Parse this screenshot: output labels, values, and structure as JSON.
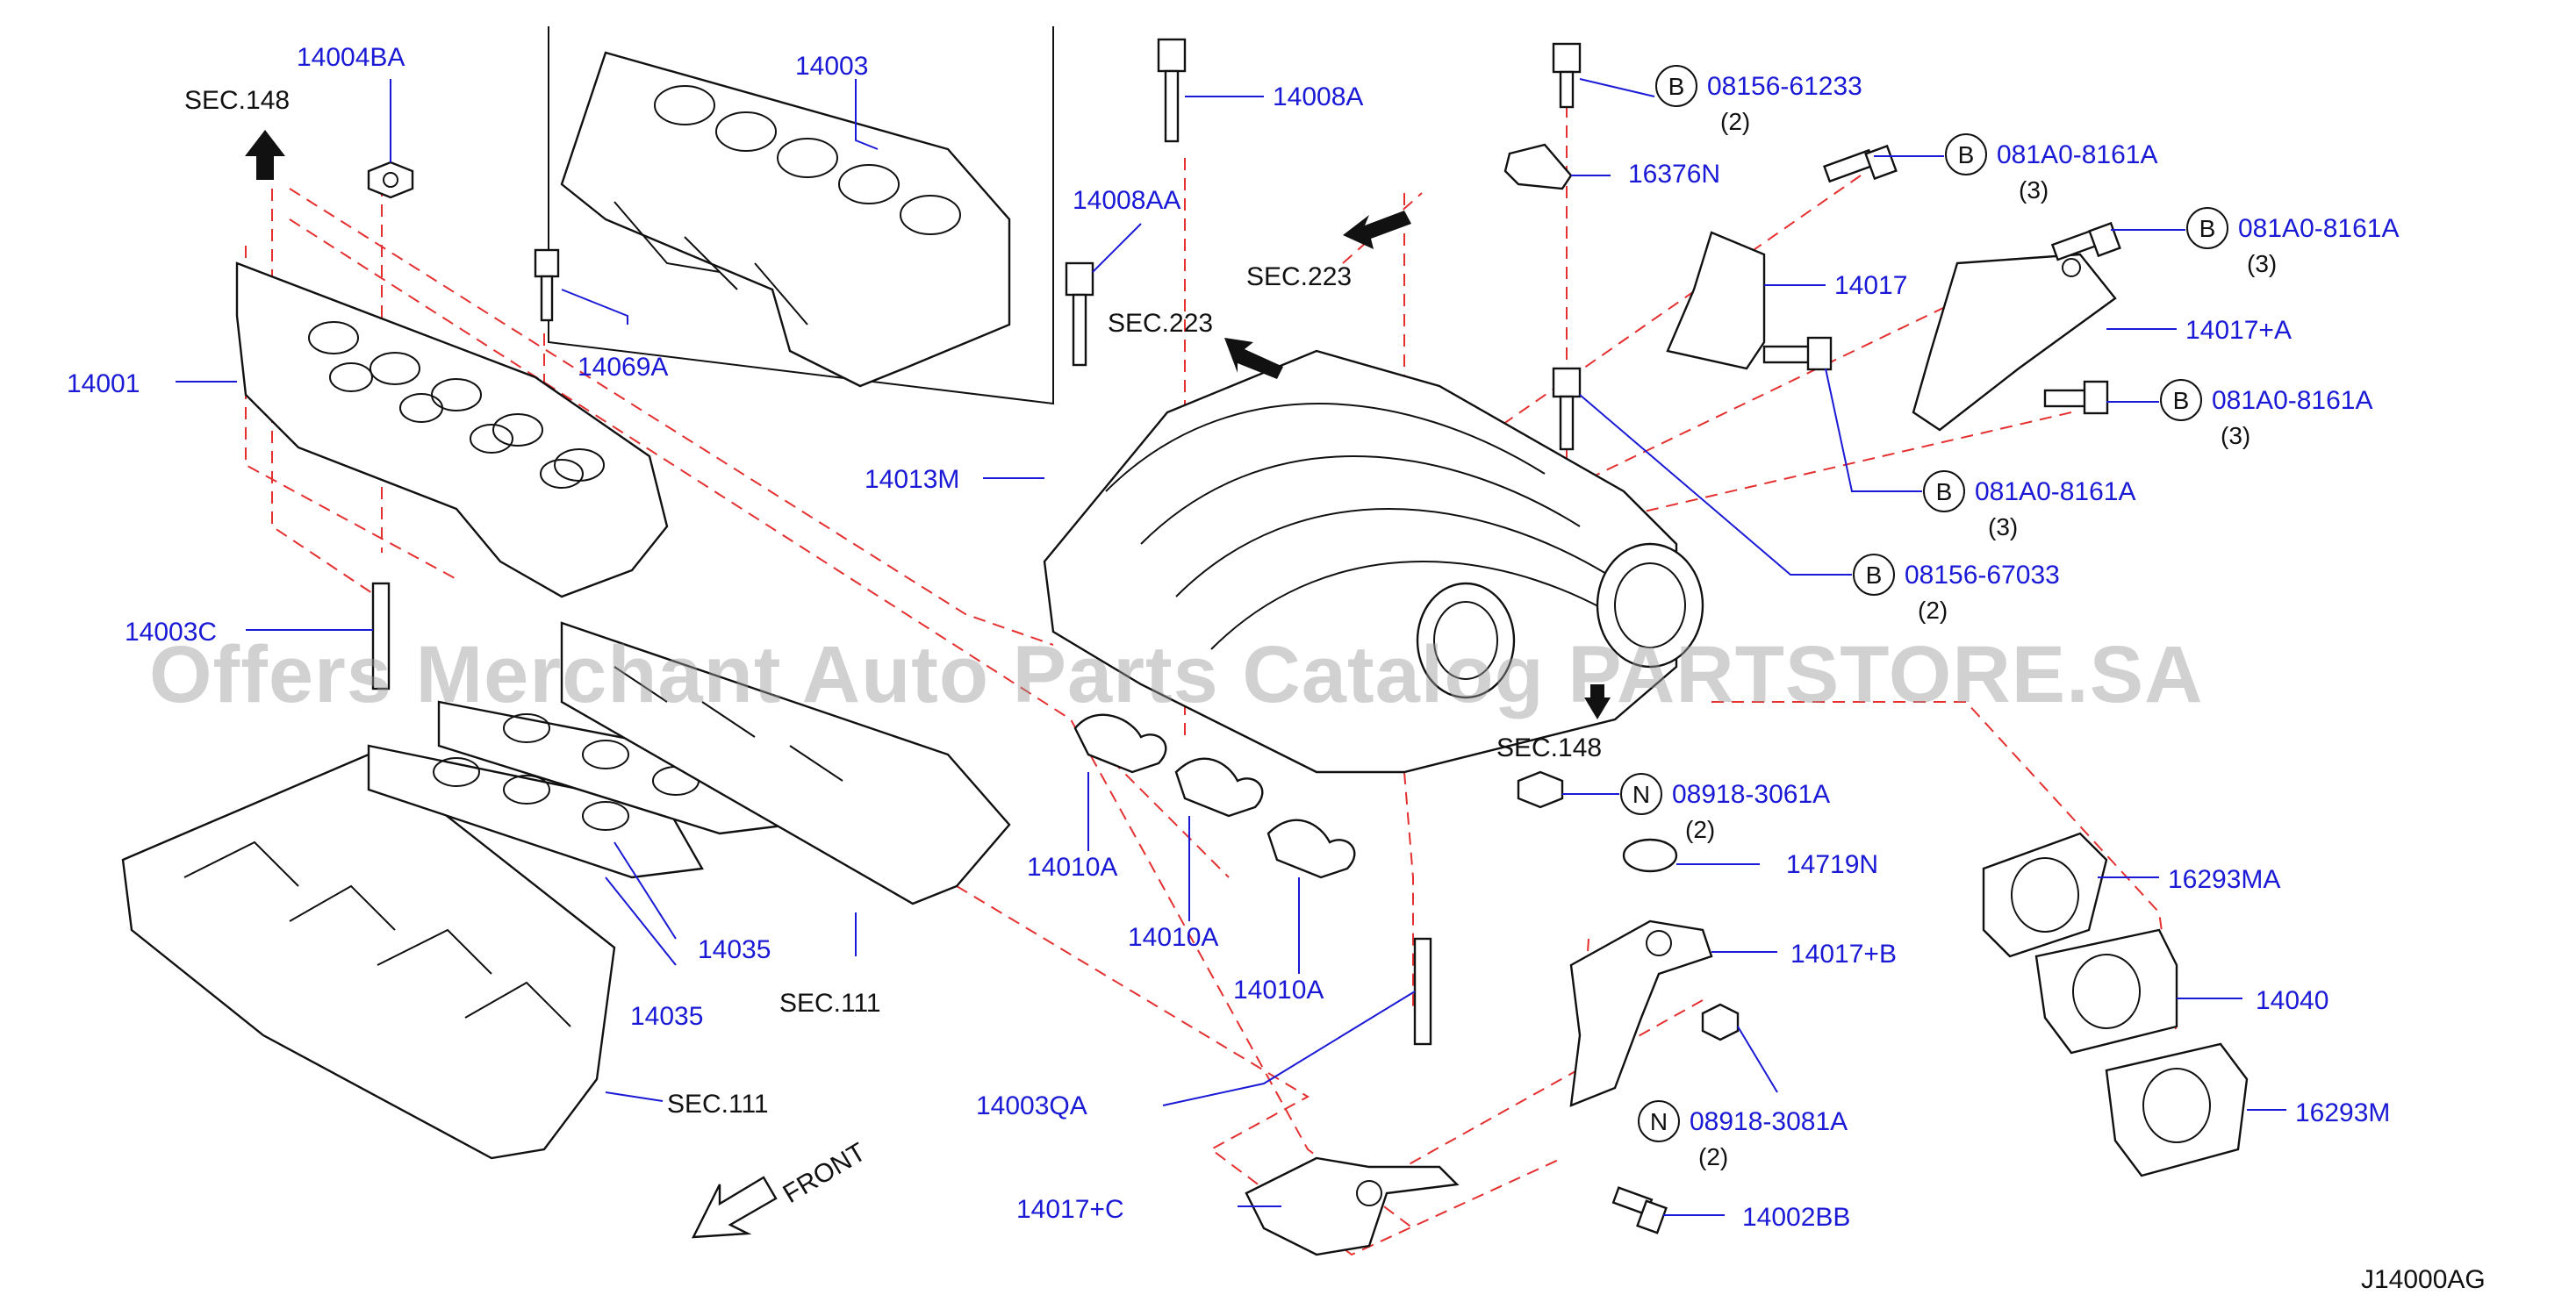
{
  "watermark": "Offers Merchant Auto Parts Catalog PARTSTORE.SA",
  "diagram_code": "J14000AG",
  "front_label": "FRONT",
  "sections": {
    "sec148_top": "SEC.148",
    "sec223_a": "SEC.223",
    "sec223_b": "SEC.223",
    "sec148_mid": "SEC.148",
    "sec111_a": "SEC.111",
    "sec111_b": "SEC.111"
  },
  "parts": {
    "p14004BA": "14004BA",
    "p14003": "14003",
    "p14008A": "14008A",
    "p14008AA": "14008AA",
    "p14001": "14001",
    "p14069A": "14069A",
    "p14003C": "14003C",
    "p14013M": "14013M",
    "p16376N": "16376N",
    "p14017": "14017",
    "p14017A": "14017+A",
    "p14010A_1": "14010A",
    "p14010A_2": "14010A",
    "p14010A_3": "14010A",
    "p14035_1": "14035",
    "p14035_2": "14035",
    "p14003QA": "14003QA",
    "p14017C": "14017+C",
    "p14719N": "14719N",
    "p14017B": "14017+B",
    "p16293MA": "16293MA",
    "p14040": "14040",
    "p16293M": "16293M",
    "p14002BB": "14002BB"
  },
  "callouts": [
    {
      "letter": "B",
      "part": "08156-61233",
      "qty": "(2)"
    },
    {
      "letter": "B",
      "part": "081A0-8161A",
      "qty": "(3)"
    },
    {
      "letter": "B",
      "part": "081A0-8161A",
      "qty": "(3)"
    },
    {
      "letter": "B",
      "part": "081A0-8161A",
      "qty": "(3)"
    },
    {
      "letter": "B",
      "part": "081A0-8161A",
      "qty": "(3)"
    },
    {
      "letter": "B",
      "part": "08156-67033",
      "qty": "(2)"
    },
    {
      "letter": "N",
      "part": "08918-3061A",
      "qty": "(2)"
    },
    {
      "letter": "N",
      "part": "08918-3081A",
      "qty": "(2)"
    }
  ]
}
